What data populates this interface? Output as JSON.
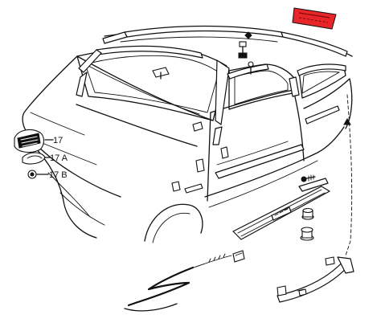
{
  "callouts": {
    "c17": "17",
    "c17a": "17 A",
    "c17b": "17 B"
  },
  "colors": {
    "highlight": "#e8262a",
    "ink": "#111111"
  }
}
